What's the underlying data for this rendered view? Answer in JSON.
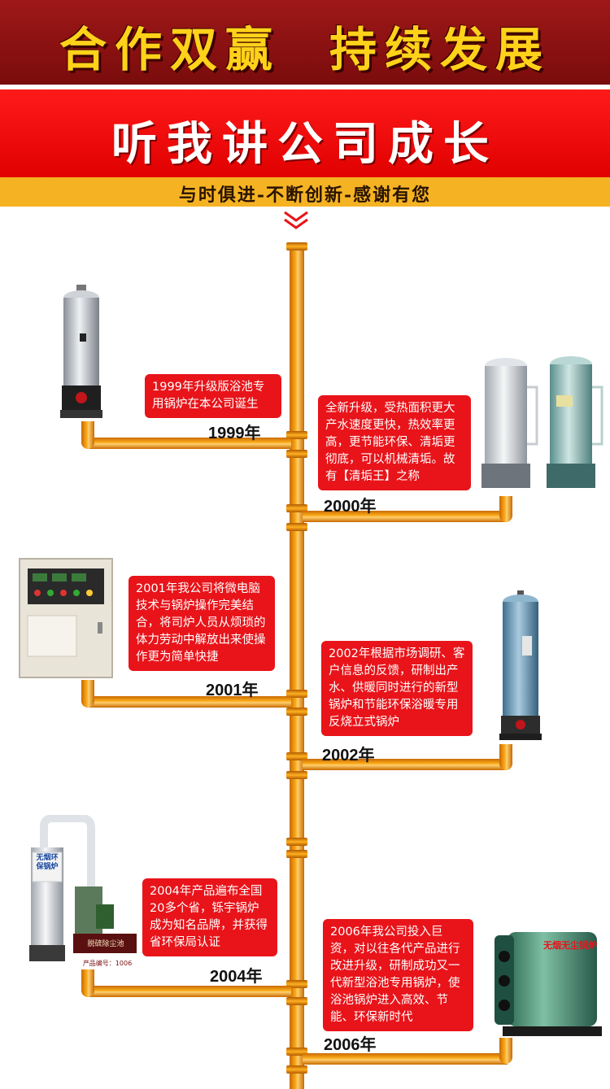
{
  "header": {
    "slogan_left": "合作双赢",
    "slogan_right": "持续发展",
    "title": "听我讲公司成长",
    "subtitle": "与时俱进-不断创新-感谢有您"
  },
  "timeline": [
    {
      "year": "1999年",
      "text": "1999年升级版浴池专用锅炉在本公司诞生"
    },
    {
      "year": "2000年",
      "text": "全新升级，受热面积更大产水速度更快，热效率更高，更节能环保、清垢更彻底，可以机械清垢。故有【清垢王】之称"
    },
    {
      "year": "2001年",
      "text": "2001年我公司将微电脑技术与锅炉操作完美结合，将司炉人员从烦琐的体力劳动中解放出来使操作更为简单快捷"
    },
    {
      "year": "2002年",
      "text": "2002年根据市场调研、客户信息的反馈，研制出产水、供暖同时进行的新型锅炉和节能环保浴暖专用反烧立式锅炉"
    },
    {
      "year": "2004年",
      "text": "2004年产品遍布全国20多个省，铄宇锅炉成为知名品牌，并获得省环保局认证"
    },
    {
      "year": "2006年",
      "text": "2006年我公司投入巨资，对以往各代产品进行改进升级，研制成功又一代新型浴池专用锅炉，使浴池锅炉进入高效、节能、环保新时代"
    }
  ],
  "product_labels": {
    "boiler_2004_sign": "无烟环保锅炉",
    "boiler_2004_box": "脱硫除尘池",
    "boiler_2004_serial": "产品编号：1006",
    "boiler_2006_sign": "无烟无尘锅炉"
  },
  "colors": {
    "banner_dark_red": "#8a1010",
    "banner_red": "#ee0a0a",
    "slogan_yellow": "#ffd21a",
    "subtitle_bar": "#f5b324",
    "caption_red": "#e8141a",
    "pipe_orange": "#f39a0e"
  }
}
